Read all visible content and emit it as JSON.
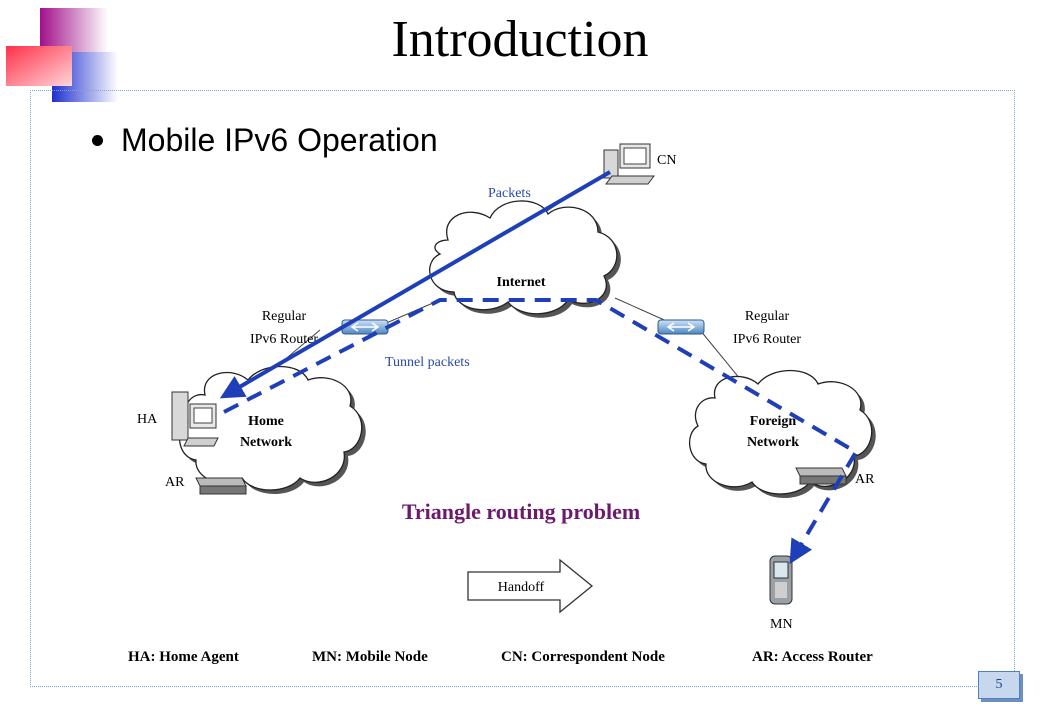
{
  "title": "Introduction",
  "bullet": "Mobile IPv6 Operation",
  "page_number": "5",
  "diagram": {
    "cn_label": "CN",
    "packets_label": "Packets",
    "internet_label": "Internet",
    "router_left_line1": "Regular",
    "router_left_line2": "IPv6 Router",
    "router_right_line1": "Regular",
    "router_right_line2": "IPv6 Router",
    "tunnel_label": "Tunnel packets",
    "ha_label": "HA",
    "home_line1": "Home",
    "home_line2": "Network",
    "foreign_line1": "Foreign",
    "foreign_line2": "Network",
    "ar_left_label": "AR",
    "ar_right_label": "AR",
    "triangle_label": "Triangle routing problem",
    "handoff_label": "Handoff",
    "mn_label": "MN"
  },
  "legend": {
    "ha": "HA: Home Agent",
    "mn": "MN: Mobile Node",
    "cn": "CN: Correspondent Node",
    "ar": "AR: Access Router"
  },
  "colors": {
    "packet_line": "#1f3fb8",
    "tunnel_line": "#1f3fb8",
    "triangle_text": "#6b1a6e",
    "label_blue": "#2a4aa8",
    "logo_magenta": "#b0148f",
    "logo_red": "#ff4d5a",
    "logo_blue": "#2233cc"
  }
}
